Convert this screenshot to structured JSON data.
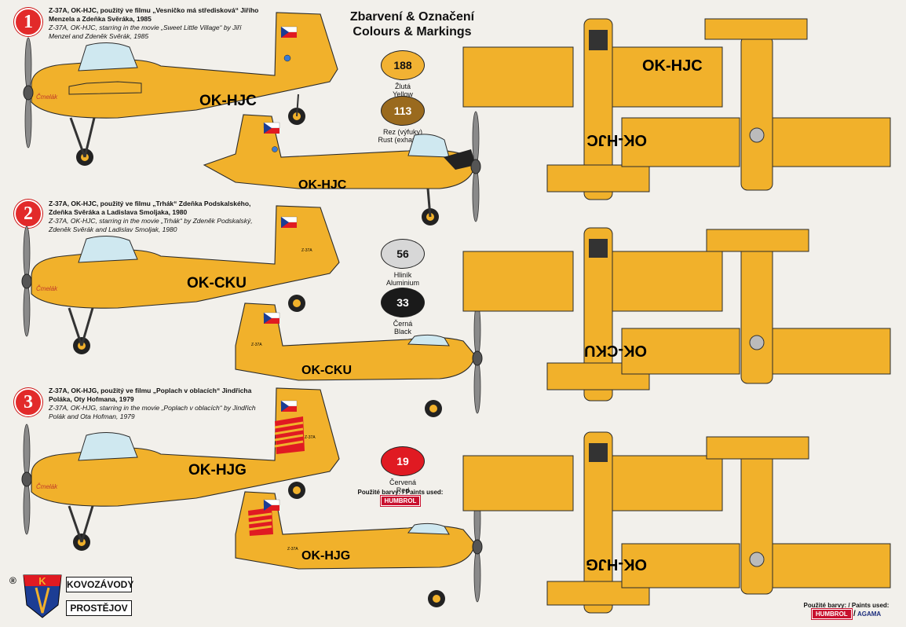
{
  "header": {
    "title_cz": "Zbarvení & Označení",
    "title_en": "Colours & Markings"
  },
  "schemes": [
    {
      "number": "1",
      "caption_cz_bold": "Z-37A, OK-HJC, použitý ve filmu „Vesničko má středisková“ Jiřího Menzela a Zdeňka Svěráka, 1985",
      "caption_en_italic": "Z-37A, OK-HJC, starring in the movie „Sweet Little Village“ by Jiří Menzel and Zdeněk Svěrák, 1985",
      "registration": "OK-HJC",
      "registration_mirrored": "OK-HJC"
    },
    {
      "number": "2",
      "caption_cz_bold": "Z-37A, OK-HJC, použitý ve filmu „Trhák“ Zdeňka Podskalského, Zdeňka Svěráka a Ladislava Smoljaka, 1980",
      "caption_en_italic": "Z-37A, OK-HJC, starring in the movie „Trhák“ by Zdeněk Podskalský, Zdeněk Svěrák and Ladislav Smoljak, 1980",
      "registration": "OK-CKU",
      "registration_mirrored": "OK-CKU"
    },
    {
      "number": "3",
      "caption_cz_bold": "Z-37A, OK-HJG, použitý ve filmu „Poplach v oblacích“ Jindřicha Poláka, Oty Hofmana, 1979",
      "caption_en_italic": "Z-37A, OK-HJG, starring in the movie „Poplach v oblacích“ by Jindřich Polák and Ota Hofman, 1979",
      "registration": "OK-HJG",
      "registration_mirrored": "OK-HJG"
    }
  ],
  "paints": [
    {
      "code": "188",
      "cz": "Žlutá",
      "en": "Yellow",
      "color": "#f2b233",
      "text_color": "#111"
    },
    {
      "code": "113",
      "cz": "Rez (výfuky)",
      "en": "Rust (exhausts)",
      "color": "#9a6a1e",
      "text_color": "#fff"
    },
    {
      "code": "56",
      "cz": "Hliník",
      "en": "Aluminium",
      "color": "#d7d7d7",
      "text_color": "#111"
    },
    {
      "code": "33",
      "cz": "Černá",
      "en": "Black",
      "color": "#1a1a1a",
      "text_color": "#fff"
    },
    {
      "code": "19",
      "cz": "Červená",
      "en": "Red",
      "color": "#e01a22",
      "text_color": "#fff"
    }
  ],
  "paints_used": {
    "label": "Použité barvy: / Paints used:",
    "brand1": "HUMBROL",
    "brand2": "AGAMA"
  },
  "logo": {
    "line1": "KOVOZÁVODY",
    "line2": "PROSTĚJOV",
    "registered": "®"
  },
  "nose_script": "Čmelák",
  "tail_code": "Z-37A",
  "colors": {
    "yellow": "#f1b12b",
    "yellow_dark": "#c98b12",
    "outline": "#2b2b2b",
    "red": "#e01a22",
    "blue": "#1c3d94"
  }
}
